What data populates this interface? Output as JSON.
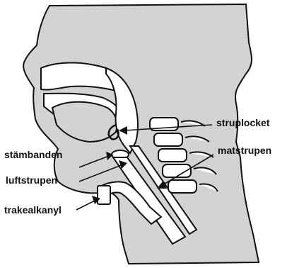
{
  "labels": {
    "struplocket": "struplocket",
    "matstrupen": "matstrupen",
    "stambanden": "stämbanden",
    "luftstrupen": "luftstrupen",
    "trakealkanyl": "trakealkanyl"
  },
  "colors": {
    "tissue": "#d3d3d3",
    "outline": "#111111",
    "background": "#ffffff"
  }
}
